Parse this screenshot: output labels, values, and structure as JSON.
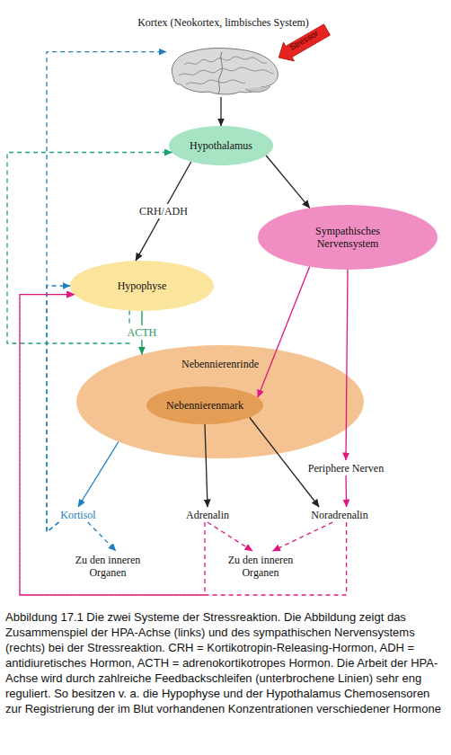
{
  "diagram": {
    "caption": "Abbildung 17.1 Die zwei Systeme der Stressreaktion. Die Abbildung zeigt das Zusammenspiel der HPA-Achse (links) und des sympathischen Nervensystems (rechts) bei der Stressreaktion. CRH = Kortikotropin-Releasing-Hormon, ADH = antidiuretisches Hormon, ACTH = adrenokortikotropes Hormon. Die Arbeit der HPA-Achse wird durch zahlreiche Feedbackschleifen (unterbrochene Linien) sehr eng reguliert. So besitzen v. a. die Hypophyse und der Hypothalamus Chemosensoren zur Registrierung der im Blut vorhandenen Konzentrationen verschiedener Hormone",
    "nodes": [
      {
        "text": [
          "Kortex (Neokortex, limbisches System)"
        ]
      },
      {
        "text": [
          "Hypothalamus"
        ]
      },
      {
        "text": [
          "Sympathisches Nervensystem"
        ]
      },
      {
        "text": [
          "Hypophyse"
        ]
      },
      {
        "text": [
          "Nebennierenrinde"
        ]
      },
      {
        "text": [
          "Nebennierenmark"
        ],
        "in": 4
      },
      {
        "text": [
          "Periphere Nerven"
        ]
      },
      {
        "text": [
          "Kortisol"
        ]
      },
      {
        "text": [
          "Adrenalin"
        ]
      },
      {
        "text": [
          "Noradrenalin"
        ]
      },
      {
        "text": [
          "Zu den inneren Organen"
        ]
      },
      {
        "text": [
          "Zu den inneren Organen"
        ]
      }
    ],
    "edges": [
      {
        "from": 0,
        "to": 1,
        "arrow": "to"
      },
      {
        "from": 1,
        "to": 3,
        "label": "CRH/ADH",
        "arrow": "to"
      },
      {
        "from": 1,
        "to": 2,
        "arrow": "to"
      },
      {
        "from": 3,
        "to": 4,
        "label": "ACTH",
        "arrow": "to"
      },
      {
        "from": 2,
        "to": 5,
        "arrow": "to"
      },
      {
        "from": 2,
        "to": 6,
        "arrow": "to"
      },
      {
        "from": 4,
        "to": 7,
        "arrow": "to"
      },
      {
        "from": 5,
        "to": 8,
        "arrow": "to"
      },
      {
        "from": 5,
        "to": 9,
        "arrow": "to"
      },
      {
        "from": 6,
        "to": 9,
        "arrow": "to"
      },
      {
        "from": 7,
        "to": 10,
        "arrow": "to"
      },
      {
        "from": 8,
        "to": 11,
        "arrow": "to"
      },
      {
        "from": 9,
        "to": 11,
        "arrow": "to"
      },
      {
        "from": 7,
        "to": 0,
        "arrow": "to"
      },
      {
        "from": 7,
        "to": 3,
        "arrow": "to"
      },
      {
        "from": 3,
        "to": 1,
        "arrow": "to"
      },
      {
        "from": 8,
        "to": 3,
        "arrow": "to"
      },
      {
        "from": 9,
        "to": 3,
        "arrow": "to"
      }
    ],
    "labels": [
      "Stressor"
    ]
  }
}
